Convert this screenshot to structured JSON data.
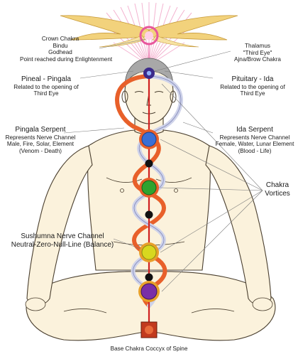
{
  "labels": {
    "crown": [
      "Crown Chakra",
      "Bindu",
      "Godhead",
      "Point reached during Enlightenment"
    ],
    "thalamus": [
      "Thalamus",
      "\"Third Eye\"",
      "Ajna/Brow Chakra"
    ],
    "pineal": [
      "Pineal - Pingala",
      "Related to the opening of",
      "Third Eye"
    ],
    "pituitary": [
      "Pituitary - Ida",
      "Related to the opening of",
      "Third Eye"
    ],
    "pingala": [
      "Pingala Serpent",
      "Represents Nerve Channel",
      "Male, Fire, Solar, Element",
      "(Venom - Death)"
    ],
    "ida": [
      "Ida Serpent",
      "Represents Nerve Channel",
      "Female, Water, Lunar Element",
      "(Blood - Life)"
    ],
    "vortices": [
      "Chakra",
      "Vortices"
    ],
    "sushumna": [
      "Sushumna Nerve Channel",
      "Neutral-Zero-Null-Line (Balance)"
    ],
    "base": "Base Chakra Coccyx of Spine"
  },
  "colors": {
    "body_fill": "#fbf2dc",
    "outline": "#4a3f2f",
    "pingala": "#e8602a",
    "ida": "#cfd3ea",
    "spine": "#d02020",
    "halo": "#f2a6c8",
    "wings": "#f2d27c",
    "chakras": [
      "#7a2fa8",
      "#3a6fd6",
      "#2fa32f",
      "#d8d81f",
      "#7a2fa8",
      "#c23a1e"
    ]
  }
}
